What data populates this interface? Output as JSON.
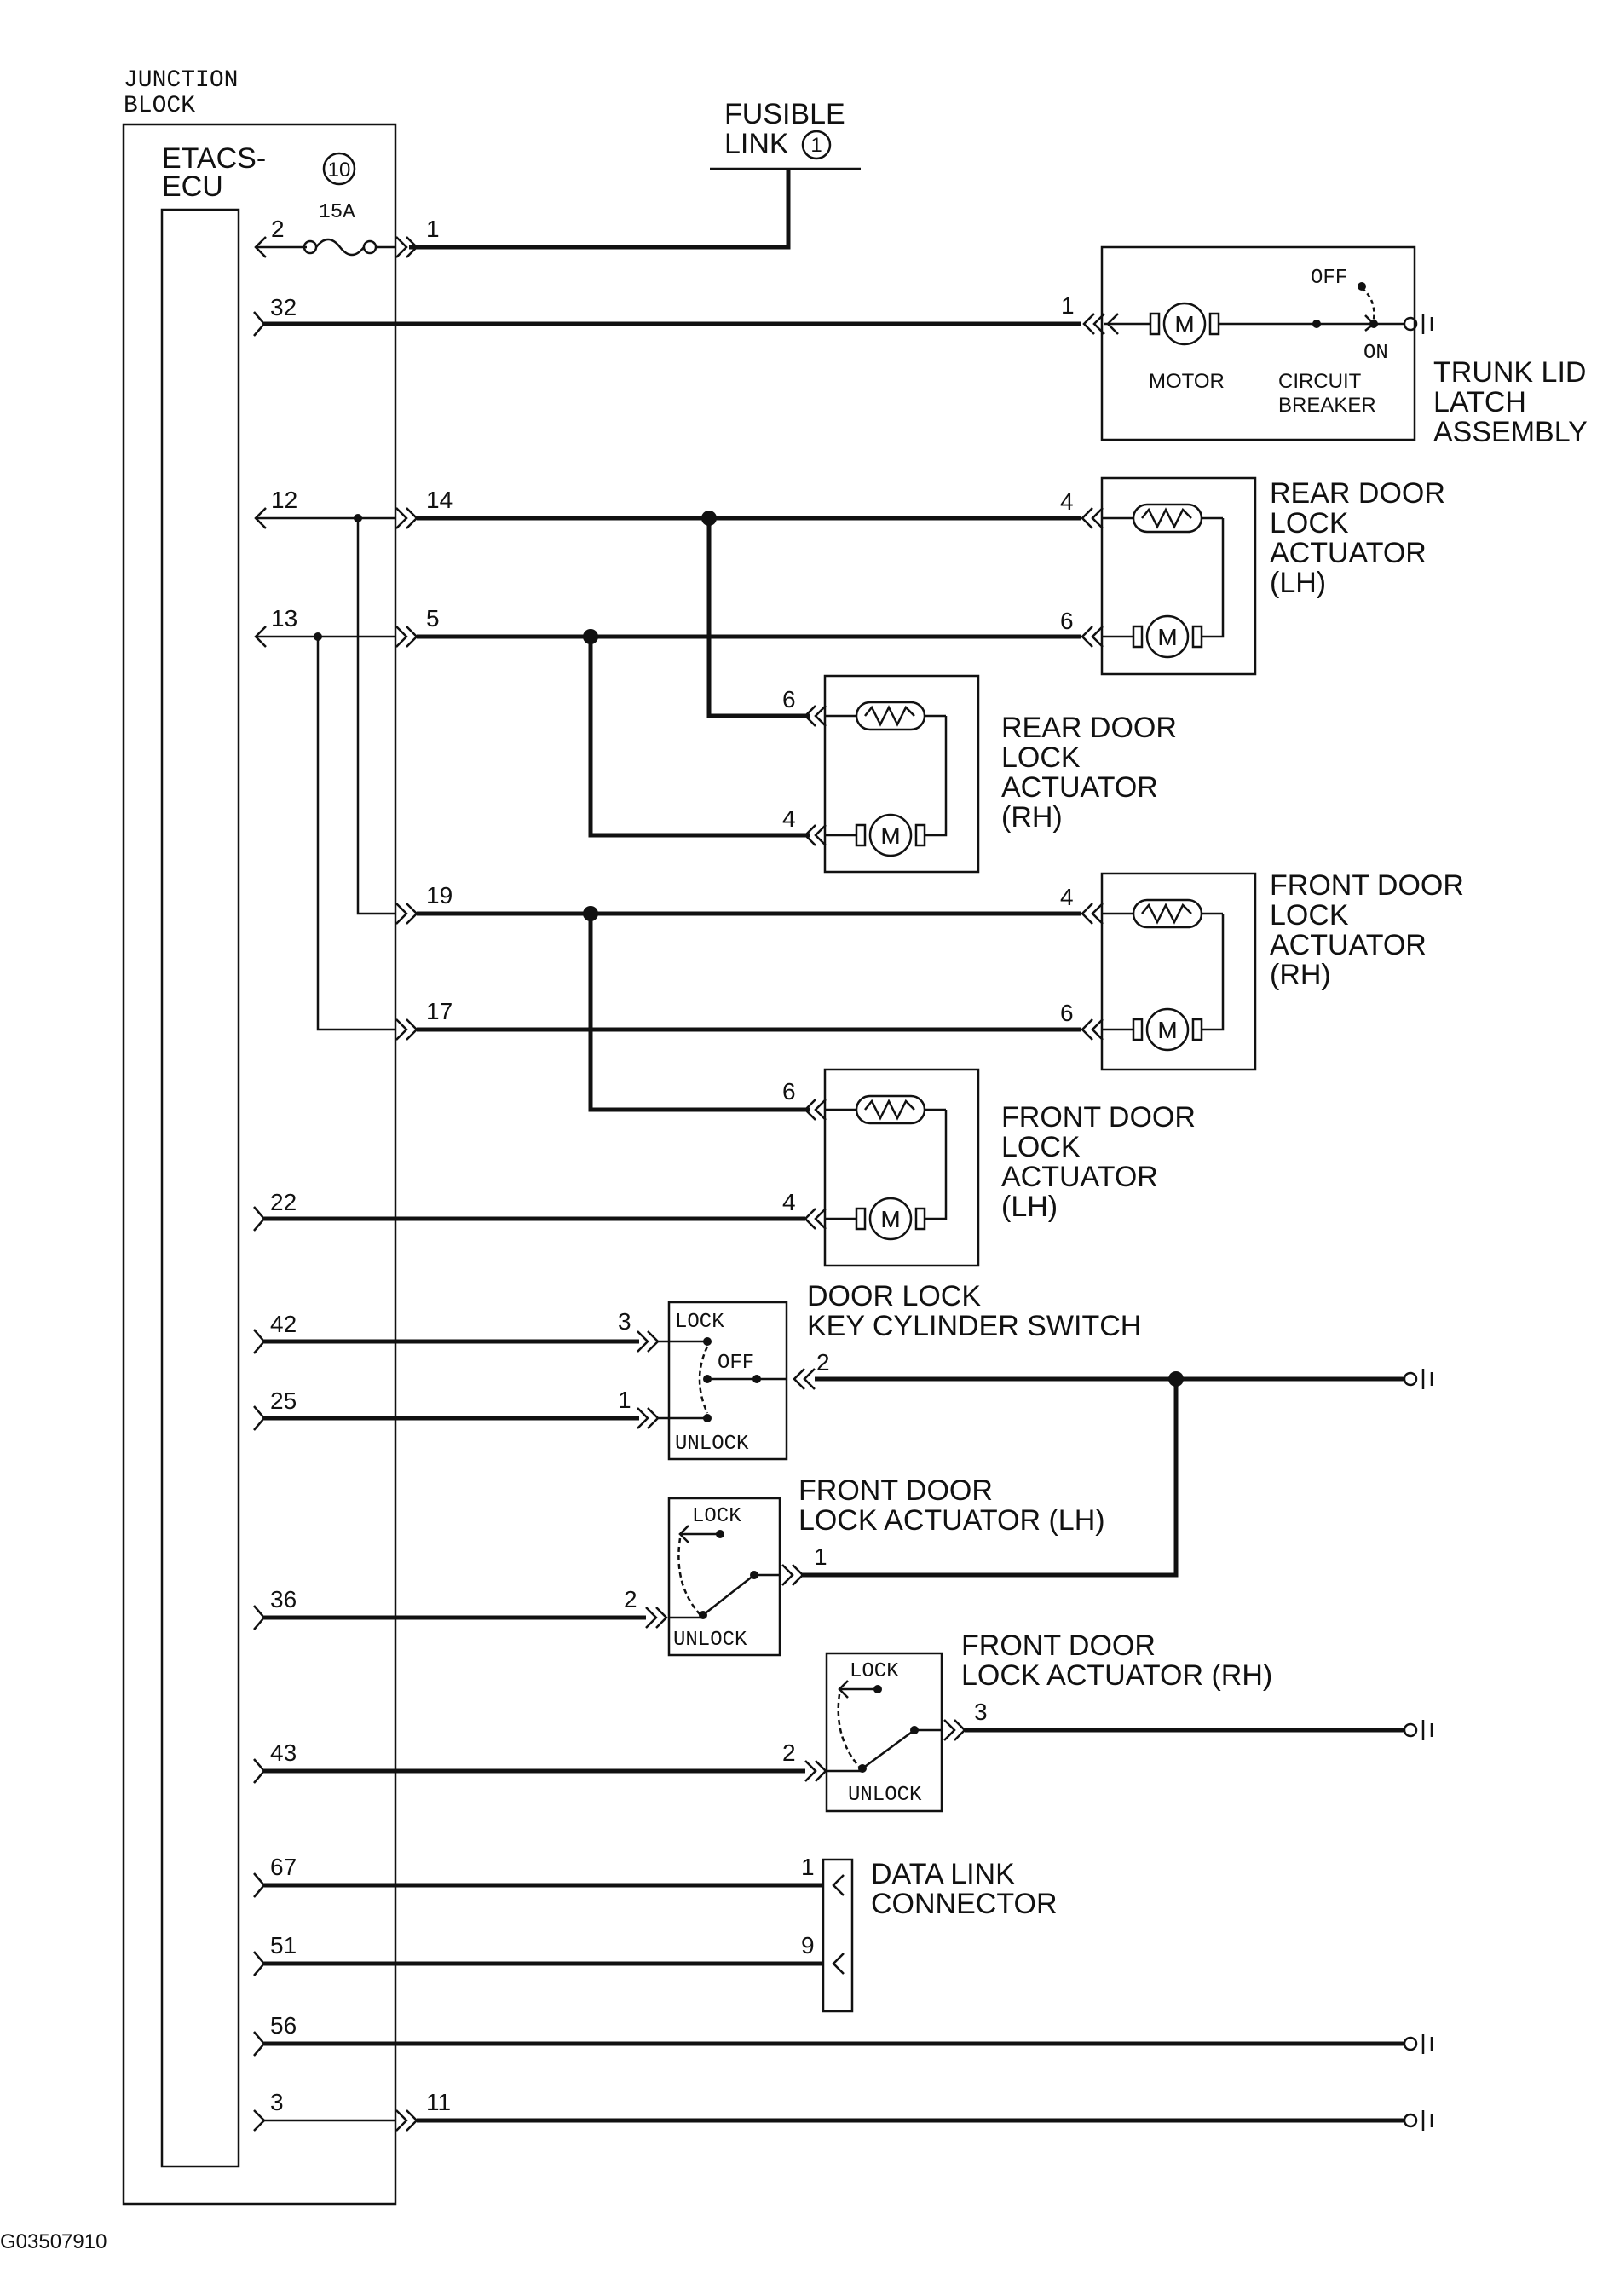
{
  "junction_block": {
    "title_line1": "JUNCTION",
    "title_line2": "BLOCK",
    "ecu_line1": "ETACS-",
    "ecu_line2": "ECU",
    "fuse_number": "10",
    "fuse_rating": "15A"
  },
  "fusible_link": {
    "line1": "FUSIBLE",
    "line2": "LINK",
    "number": "1"
  },
  "pins": {
    "p2": "2",
    "p1": "1",
    "p32": "32",
    "p12": "12",
    "p14": "14",
    "p13": "13",
    "p5": "5",
    "p19": "19",
    "p17": "17",
    "p22": "22",
    "p42": "42",
    "p25": "25",
    "p36": "36",
    "p43": "43",
    "p67": "67",
    "p51": "51",
    "p56": "56",
    "p3": "3",
    "p11": "11"
  },
  "trunk_lid": {
    "name_line1": "TRUNK LID",
    "name_line2": "LATCH",
    "name_line3": "ASSEMBLY",
    "motor": "MOTOR",
    "cb_line1": "CIRCUIT",
    "cb_line2": "BREAKER",
    "off": "OFF",
    "on": "ON",
    "pin": "1",
    "motor_symbol": "M"
  },
  "rear_lh": {
    "line1": "REAR DOOR",
    "line2": "LOCK",
    "line3": "ACTUATOR",
    "line4": "(LH)",
    "pin_a": "4",
    "pin_b": "6"
  },
  "rear_rh": {
    "line1": "REAR DOOR",
    "line2": "LOCK",
    "line3": "ACTUATOR",
    "line4": "(RH)",
    "pin_a": "6",
    "pin_b": "4"
  },
  "front_rh": {
    "line1": "FRONT DOOR",
    "line2": "LOCK",
    "line3": "ACTUATOR",
    "line4": "(RH)",
    "pin_a": "4",
    "pin_b": "6"
  },
  "front_lh": {
    "line1": "FRONT DOOR",
    "line2": "LOCK",
    "line3": "ACTUATOR",
    "line4": "(LH)",
    "pin_a": "6",
    "pin_b": "4"
  },
  "key_switch": {
    "line1": "DOOR LOCK",
    "line2": "KEY CYLINDER SWITCH",
    "lock": "LOCK",
    "off": "OFF",
    "unlock": "UNLOCK",
    "pin3": "3",
    "pin1": "1",
    "pin2": "2"
  },
  "fd_lh_switch": {
    "line1": "FRONT DOOR",
    "line2": "LOCK ACTUATOR (LH)",
    "lock": "LOCK",
    "unlock": "UNLOCK",
    "pin2": "2",
    "pin1": "1"
  },
  "fd_rh_switch": {
    "line1": "FRONT DOOR",
    "line2": "LOCK ACTUATOR (RH)",
    "lock": "LOCK",
    "unlock": "UNLOCK",
    "pin2": "2",
    "pin3": "3"
  },
  "dlc": {
    "line1": "DATA LINK",
    "line2": "CONNECTOR",
    "pin1": "1",
    "pin9": "9"
  },
  "figure_code": "G03507910"
}
